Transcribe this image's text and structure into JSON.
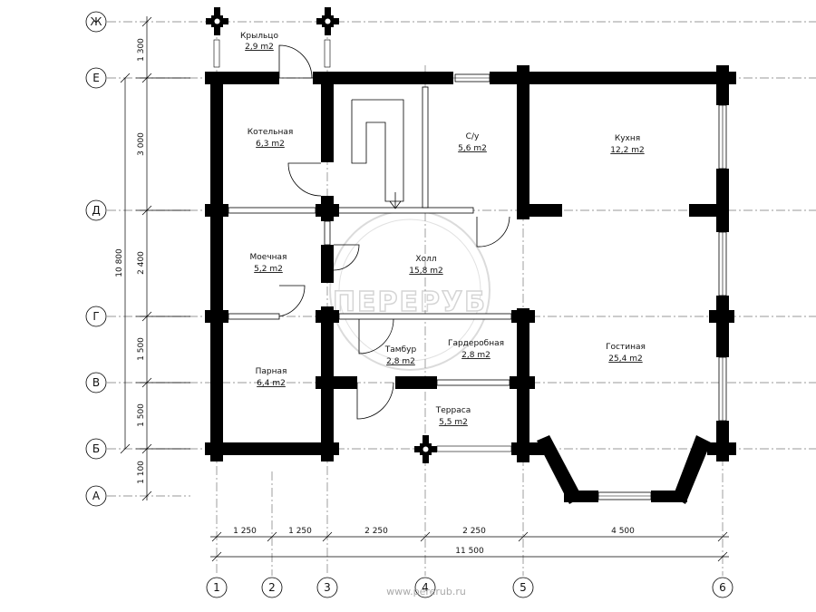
{
  "rooms": [
    {
      "id": "porch",
      "name": "Крыльцо",
      "area": "2,9 m2"
    },
    {
      "id": "boiler",
      "name": "Котельная",
      "area": "6,3 m2"
    },
    {
      "id": "wc",
      "name": "С/у",
      "area": "5,6 m2"
    },
    {
      "id": "kitchen",
      "name": "Кухня",
      "area": "12,2 m2"
    },
    {
      "id": "wash",
      "name": "Моечная",
      "area": "5,2 m2"
    },
    {
      "id": "hall",
      "name": "Холл",
      "area": "15,8 m2"
    },
    {
      "id": "vestibule",
      "name": "Тамбур",
      "area": "2,8 m2"
    },
    {
      "id": "wardrobe",
      "name": "Гардеробная",
      "area": "2,8 m2"
    },
    {
      "id": "living",
      "name": "Гостиная",
      "area": "25,4 m2"
    },
    {
      "id": "sauna",
      "name": "Парная",
      "area": "6,4 m2"
    },
    {
      "id": "terrace",
      "name": "Терраса",
      "area": "5,5 m2"
    }
  ],
  "axes_rows": [
    "Ж",
    "Е",
    "Д",
    "Г",
    "В",
    "Б",
    "А"
  ],
  "axes_cols": [
    "1",
    "2",
    "3",
    "4",
    "5",
    "6"
  ],
  "dims_vertical": [
    "1 300",
    "3 000",
    "2 400",
    "1 500",
    "1 500",
    "1 100"
  ],
  "dim_total_vertical": "10 800",
  "dims_horizontal": [
    "1 250",
    "1 250",
    "2 250",
    "2 250",
    "4 500"
  ],
  "dim_total_horizontal": "11 500",
  "watermark": "ПЕРЕРУБ",
  "website": "www.pererub.ru"
}
